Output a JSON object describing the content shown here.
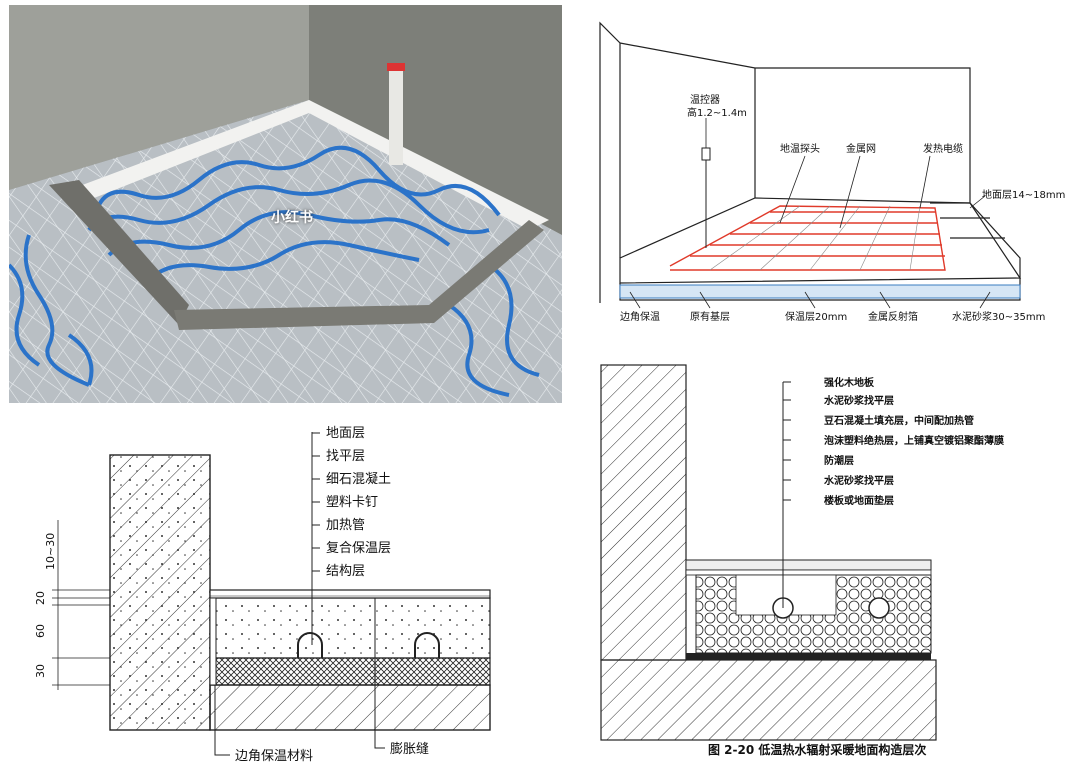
{
  "photo": {
    "watermark": "小红书"
  },
  "iso_diagram": {
    "thermostat": "温控器",
    "thermostat_height": "高1.2~1.4m",
    "floor_probe": "地温探头",
    "metal_mesh": "金属网",
    "heating_cable": "发热电缆",
    "floor_layer": "地面层14~18mm",
    "corner_insulation": "边角保温",
    "original_base": "原有基层",
    "protective_layer": "保温层20mm",
    "reflective_foil": "金属反射箔",
    "cement_mortar": "水泥砂浆30~35mm"
  },
  "section_left": {
    "labels": [
      "地面层",
      "找平层",
      "细石混凝土",
      "塑料卡钉",
      "加热管",
      "复合保温层",
      "结构层"
    ],
    "dims": [
      "10~30",
      "20",
      "60",
      "30"
    ],
    "edge_insulation": "边角保温材料",
    "expansion_joint": "膨胀缝"
  },
  "section_right": {
    "labels": [
      "强化木地板",
      "水泥砂浆找平层",
      "豆石混凝土填充层，中间配加热管",
      "泡沫塑料绝热层，上铺真空镀铝聚酯薄膜",
      "防潮层",
      "水泥砂浆找平层",
      "楼板或地面垫层"
    ],
    "caption": "图 2-20    低温热水辐射采暖地面构造层次"
  }
}
